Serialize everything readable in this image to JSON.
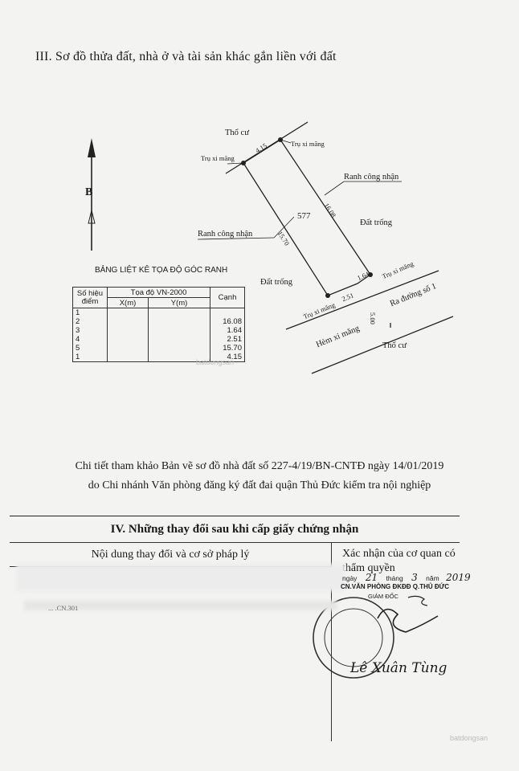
{
  "section3": {
    "title": "III. Sơ đồ thửa đất, nhà ở và tài sản khác gắn liền với đất"
  },
  "diagram": {
    "parcel_number": "577",
    "north_arrow": "B",
    "labels": {
      "tho_cu_top": "Thổ cư",
      "tru_xi_mang_1": "Trụ xi măng",
      "tru_xi_mang_2": "Trụ xi măng",
      "tru_xi_mang_3": "Trụ xi măng",
      "tru_xi_mang_4": "Trụ xi măng",
      "ranh_cong_nhan_right": "Ranh công nhận",
      "ranh_cong_nhan_left": "Ranh công nhận",
      "dat_trong_right": "Đất trống",
      "dat_trong_left": "Đất trống",
      "ra_duong": "Ra đường số 1",
      "hem_xi_mang": "Hẻm xi măng",
      "tho_cu_bottom": "Thổ cư"
    },
    "dimensions": {
      "d_top": "4.15",
      "d_right": "16.08",
      "d_left": "15.70",
      "d_bottom_right": "1.64",
      "d_bottom": "2.51",
      "d_road": "5.00"
    }
  },
  "coord_table": {
    "title": "BẢNG LIỆT KÊ TỌA ĐỘ GÓC RANH",
    "col_point": "Số hiệu điểm",
    "col_coord": "Tọa độ VN-2000",
    "col_x": "X(m)",
    "col_y": "Y(m)",
    "col_edge": "Cạnh",
    "rows": [
      {
        "point": "1",
        "edge": ""
      },
      {
        "point": "2",
        "edge": "16.08"
      },
      {
        "point": "3",
        "edge": "1.64"
      },
      {
        "point": "4",
        "edge": "2.51"
      },
      {
        "point": "5",
        "edge": "15.70"
      },
      {
        "point": "1",
        "edge": "4.15"
      }
    ]
  },
  "reference": {
    "line1": "Chi tiết tham khảo Bản vẽ sơ đồ nhà đất số 227-4/19/BN-CNTĐ ngày 14/01/2019",
    "line2": "do Chi nhánh Văn phòng đăng ký đất đai quận Thủ Đức kiểm tra nội nghiệp"
  },
  "section4": {
    "title": "IV. Những thay đổi sau khi cấp giấy chứng nhận",
    "col_left": "Nội dung thay đổi và cơ sở pháp lý",
    "col_right": "Xác nhận của cơ quan có thẩm quyền",
    "date_day_label": "ngày",
    "date_day": "21",
    "date_month_label": "tháng",
    "date_month": "3",
    "date_year_label": "năm",
    "date_year": "2019",
    "office": "CN.VĂN PHÒNG ĐKĐĐ Q.THỦ ĐỨC",
    "director_title": "GIÁM ĐỐC",
    "signer": "Lê Xuân Tùng",
    "partial_code": "... .CN.301"
  },
  "watermark": {
    "text1": "batdongsan",
    "text2": "batdongsan"
  }
}
